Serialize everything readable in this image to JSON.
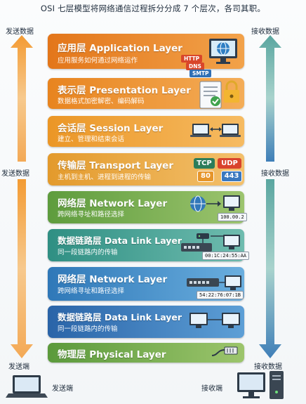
{
  "title": "OSI 七层模型将网络通信过程拆分分成 7 个层次，各司其职。",
  "side": {
    "left_top": "发送数据",
    "left_mid": "发送数据",
    "left_bottom": "发送端",
    "right_top": "接收数据",
    "right_mid": "接收数据",
    "right_bottom": "接收数据"
  },
  "endpoints": {
    "sender": "发送端",
    "receiver": "接收端"
  },
  "layers": [
    {
      "name": "应用层 Application Layer",
      "desc": "应用服务如何通过网络运作",
      "icon": "globe-monitor-icon",
      "color": "#e8821c",
      "chips": [
        {
          "text": "HTTP",
          "color": "#d9462a"
        },
        {
          "text": "DNS",
          "color": "#d9462a"
        },
        {
          "text": "SMTP",
          "color": "#2f6fb5"
        }
      ]
    },
    {
      "name": "表示层 Presentation Layer",
      "desc": "数据格式加密解密、编码解码",
      "icon": "document-lock-icon",
      "color": "#e9902a"
    },
    {
      "name": "会话层 Session Layer",
      "desc": "建立、管理和结束会话",
      "icon": "two-laptops-icon",
      "color": "#eea133"
    },
    {
      "name": "传输层 Transport Layer",
      "desc": "主机到主机、进程到进程的传输",
      "icon": "protocol-icon",
      "color": "#e6a93a",
      "protocols": [
        "TCP",
        "UDP",
        "80",
        "443"
      ]
    },
    {
      "name": "网络层 Network Layer",
      "desc": "跨网络寻址和路径选择",
      "icon": "network-globe-icon",
      "color": "#6fa746",
      "tag": "100.00.2"
    },
    {
      "name": "数据链路层 Data Link Layer",
      "desc": "同一段链路内的传输",
      "icon": "switch-icon",
      "color": "#3f9a8a",
      "tag": "00:1C:24:55:AA"
    },
    {
      "name": "网络层 Network Layer",
      "desc": "跨网络寻址和路径选择",
      "icon": "router-icon",
      "color": "#3c86c4",
      "tag": "54:22:76:07:1B"
    },
    {
      "name": "数据链路层 Data Link Layer",
      "desc": "同一段链路内的传输",
      "icon": "network-monitors-icon",
      "color": "#2d6db3"
    },
    {
      "name": "物理层 Physical Layer",
      "desc": "",
      "icon": "cable-icon",
      "color": "#6aa344"
    }
  ]
}
